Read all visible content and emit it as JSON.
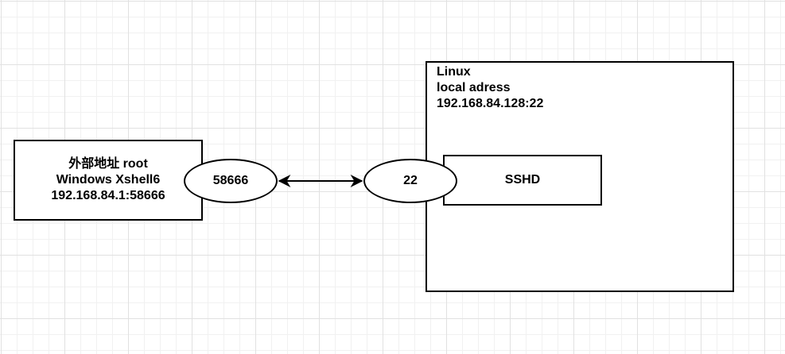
{
  "client": {
    "line1": "外部地址 root",
    "line2": "Windows Xshell6",
    "line3": "192.168.84.1:58666"
  },
  "client_port": {
    "label": "58666"
  },
  "server": {
    "line1": "Linux",
    "line2": "local adress",
    "line3": "192.168.84.128:22"
  },
  "server_port": {
    "label": "22"
  },
  "sshd": {
    "label": "SSHD"
  },
  "colors": {
    "stroke": "#000000",
    "fill": "#ffffff"
  }
}
